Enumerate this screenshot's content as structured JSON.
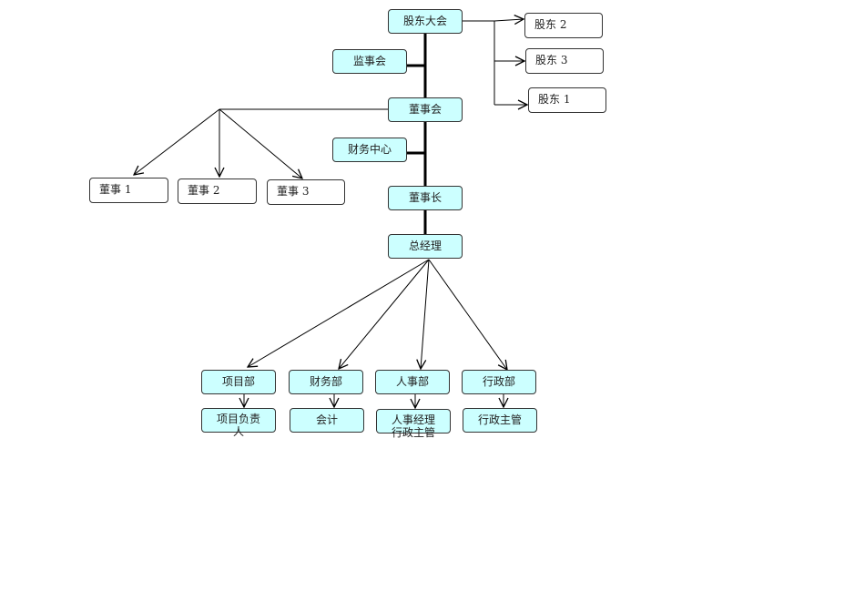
{
  "nodes": {
    "shareholders_meeting": "股东大会",
    "shareholder_2": "股东 2",
    "shareholder_3": "股东 3",
    "shareholder_1": "股东 1",
    "supervisory_board": "监事会",
    "board": "董事会",
    "finance_center": "财务中心",
    "director_1": "董事 1",
    "director_2": "董事 2",
    "director_3": "董事 3",
    "chairman": "董事长",
    "general_manager": "总经理",
    "project_dept": "项目部",
    "finance_dept": "财务部",
    "hr_dept": "人事部",
    "admin_dept": "行政部",
    "project_lead": "项目负责人",
    "accountant": "会计",
    "hr_manager": "人事经理",
    "admin_supervisor_hr": "行政主管",
    "admin_supervisor": "行政主管"
  },
  "colors": {
    "node_fill": "#ccffff",
    "node_border": "#333333",
    "line": "#000000"
  }
}
